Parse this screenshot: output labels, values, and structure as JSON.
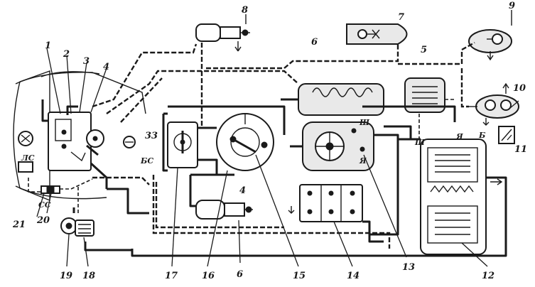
{
  "diagram": {
    "type": "wiring-schematic",
    "numbers": {
      "n1": "1",
      "n2": "2",
      "n3": "3",
      "n4": "4",
      "n5": "5",
      "n6": "6",
      "n7": "7",
      "n8": "8",
      "n9": "9",
      "n10": "10",
      "n11": "11",
      "n12": "12",
      "n13": "13",
      "n14": "14",
      "n15": "15",
      "n16": "16",
      "n17": "17",
      "n18": "18",
      "n19": "19",
      "n20": "20",
      "n21": "21",
      "n33": "33"
    },
    "terminals": {
      "bs": "БС",
      "ls": "ЛС",
      "ss": "СС",
      "sh1": "Ш",
      "ya1": "Я",
      "sh2": "Ш",
      "ya2": "Я",
      "b": "Б"
    }
  }
}
